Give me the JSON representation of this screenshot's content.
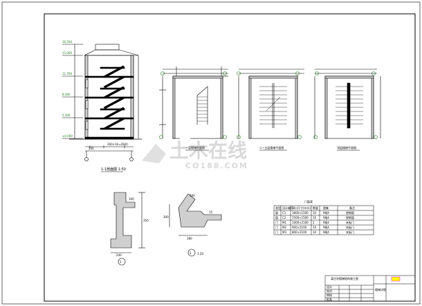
{
  "drawing": {
    "watermark_cn": "土木在线",
    "watermark_en": "CO188.COM",
    "elevation_title": "1-1剖面图 1:50",
    "plan1_title": "一层楼梯平面图",
    "plan2_title": "二~五层楼梯平面图",
    "plan3_title": "顶层楼梯平面图",
    "detail1_no": "1",
    "detail2_no": "2",
    "detail2_scale": "1:20",
    "table_title": "门窗表",
    "table_headers": [
      "类型",
      "设计编号",
      "洞口尺寸(mm)",
      "数量",
      "图集",
      "备注"
    ],
    "table_rows": [
      [
        "窗",
        "C1",
        "1800×1500",
        "10",
        "98J4",
        "塑钢窗"
      ],
      [
        "窗",
        "C2",
        "1500×1500",
        "10",
        "98J4",
        "塑钢窗"
      ],
      [
        "门",
        "M1",
        "1000×2100",
        "2",
        "98J4",
        "夹板门"
      ],
      [
        "门",
        "M2",
        "900×2100",
        "10",
        "98J4",
        "夹板门"
      ],
      [
        "门",
        "M3",
        "800×2100",
        "10",
        "98J4",
        "夹板门"
      ]
    ],
    "title_block": {
      "project": "某住宅楼梯结构施工图",
      "drawing_name": "楼梯详图",
      "rows": [
        "设计",
        "校对",
        "审核",
        "批准"
      ]
    },
    "colors": {
      "line": "#000000",
      "wall_fill": "#cfcfcf",
      "axis": "#1a7a1a",
      "accent": "#ff00ff",
      "title_yellow": "#ffff00"
    }
  }
}
